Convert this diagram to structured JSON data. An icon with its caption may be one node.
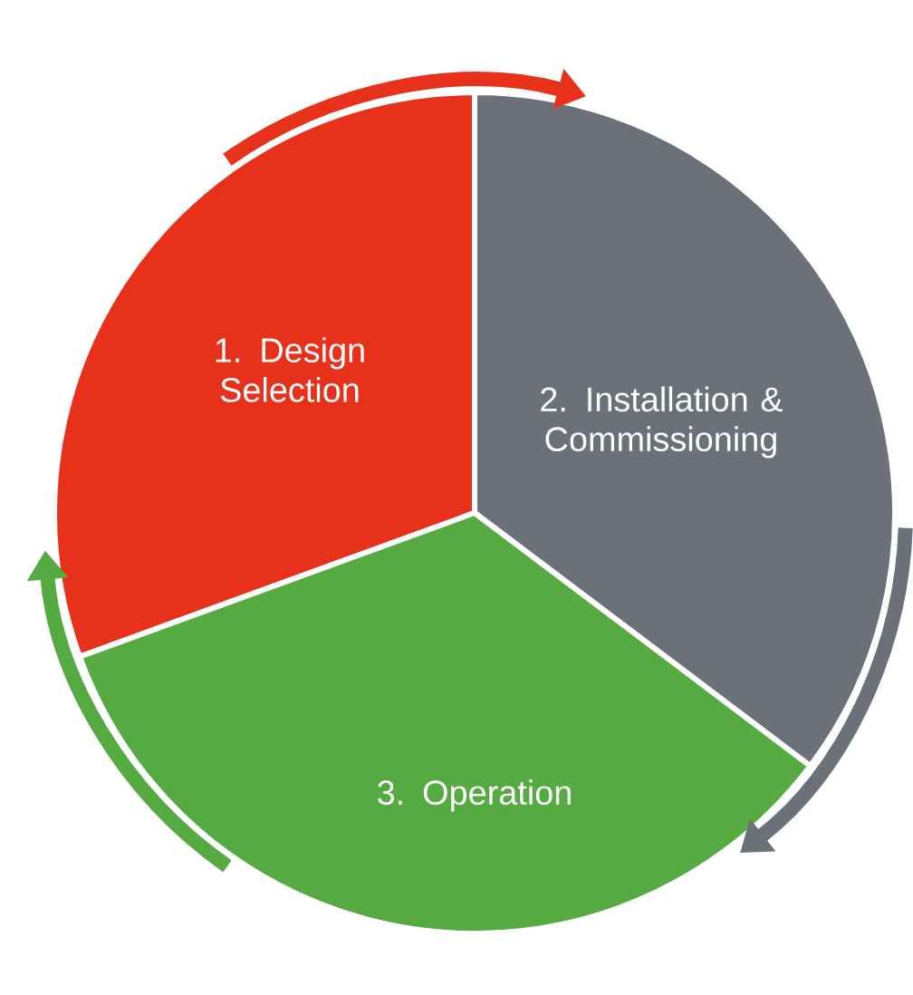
{
  "diagram": {
    "nodes": [
      {
        "text": [
          "1. Design Selection"
        ]
      },
      {
        "text": [
          "2. Installation & Commissioning"
        ]
      },
      {
        "text": [
          "3. Operation"
        ]
      }
    ],
    "edges": [
      {
        "from": 0,
        "to": 1,
        "arrow": "to",
        "color": "#e8311a"
      },
      {
        "from": 1,
        "to": 2,
        "arrow": "to",
        "color": "#6b7079"
      },
      {
        "from": 2,
        "to": 0,
        "arrow": "to",
        "color": "#55ab42"
      }
    ]
  }
}
